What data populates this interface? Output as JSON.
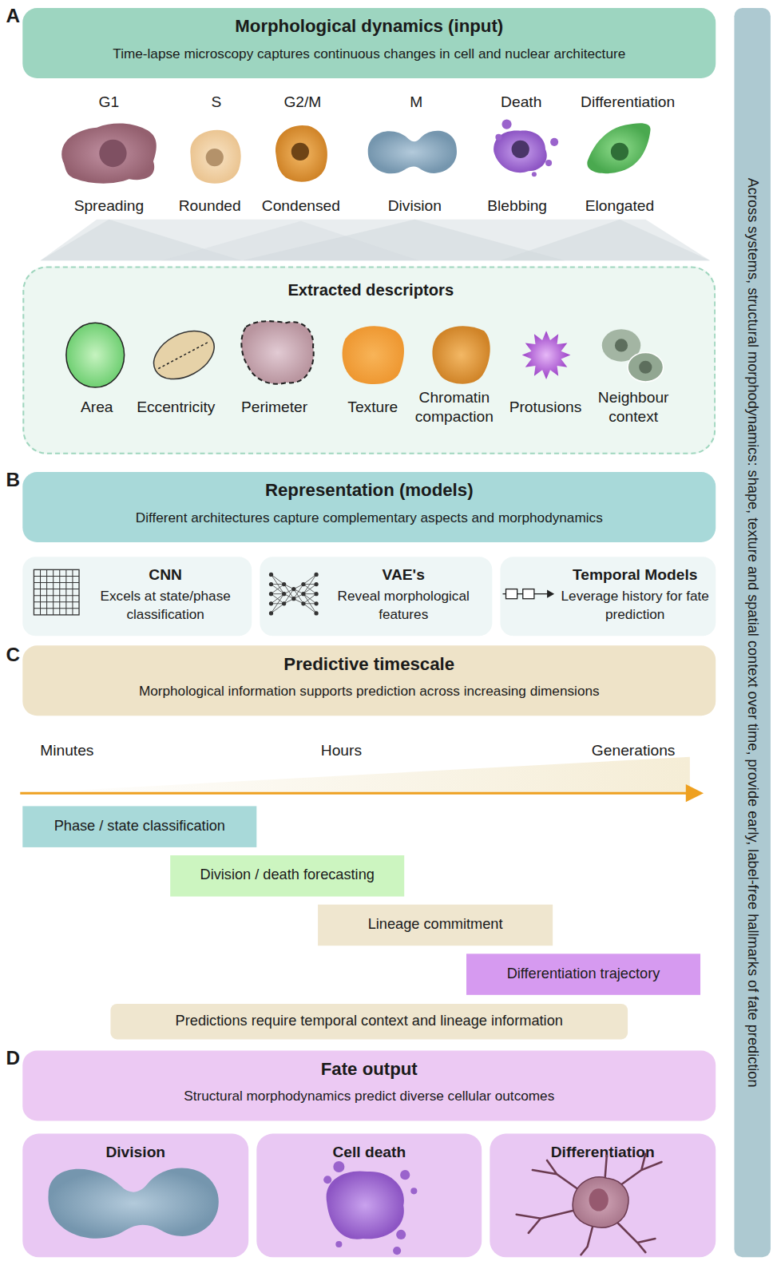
{
  "diagram": {
    "nodes": [
      {
        "text": [
          "Morphological dynamics (input)",
          "Time-lapse microscopy captures continuous changes in cell and nuclear architecture"
        ]
      },
      {
        "text": [
          "Extracted descriptors"
        ]
      },
      {
        "text": [
          "Representation (models)",
          "Different architectures capture complementary aspects and morphodynamics"
        ]
      },
      {
        "text": [
          "CNN",
          "Excels at state/phase classification"
        ]
      },
      {
        "text": [
          "VAE's",
          "Reveal morphological features"
        ]
      },
      {
        "text": [
          "Temporal Models",
          "Leverage history for fate prediction"
        ]
      },
      {
        "text": [
          "Predictive timescale",
          "Morphological information supports prediction across increasing dimensions"
        ]
      },
      {
        "text": [
          "Phase / state classification"
        ]
      },
      {
        "text": [
          "Division / death forecasting"
        ]
      },
      {
        "text": [
          "Lineage commitment"
        ]
      },
      {
        "text": [
          "Differentiation trajectory"
        ]
      },
      {
        "text": [
          "Predictions require temporal context and lineage information"
        ]
      },
      {
        "text": [
          "Fate output",
          "Structural morphodynamics predict diverse cellular outcomes"
        ]
      },
      {
        "text": [
          "Division"
        ]
      },
      {
        "text": [
          "Cell death"
        ]
      },
      {
        "text": [
          "Differentiation"
        ]
      },
      {
        "text": [
          "Across systems, structural morphodynamics: shape, texture and spatial context over time, provide early, label-free hallmarks of fate prediction"
        ]
      }
    ],
    "labels": [
      "A",
      "G1",
      "S",
      "G2/M",
      "M",
      "Death",
      "Differentiation",
      "Spreading",
      "Rounded",
      "Condensed",
      "Division",
      "Blebbing",
      "Elongated",
      "Area",
      "Eccentricity",
      "Perimeter",
      "Texture",
      "Chromatin compaction",
      "Protusions",
      "Neighbour context",
      "B",
      "C",
      "Minutes",
      "Hours",
      "Generations",
      "D"
    ]
  }
}
